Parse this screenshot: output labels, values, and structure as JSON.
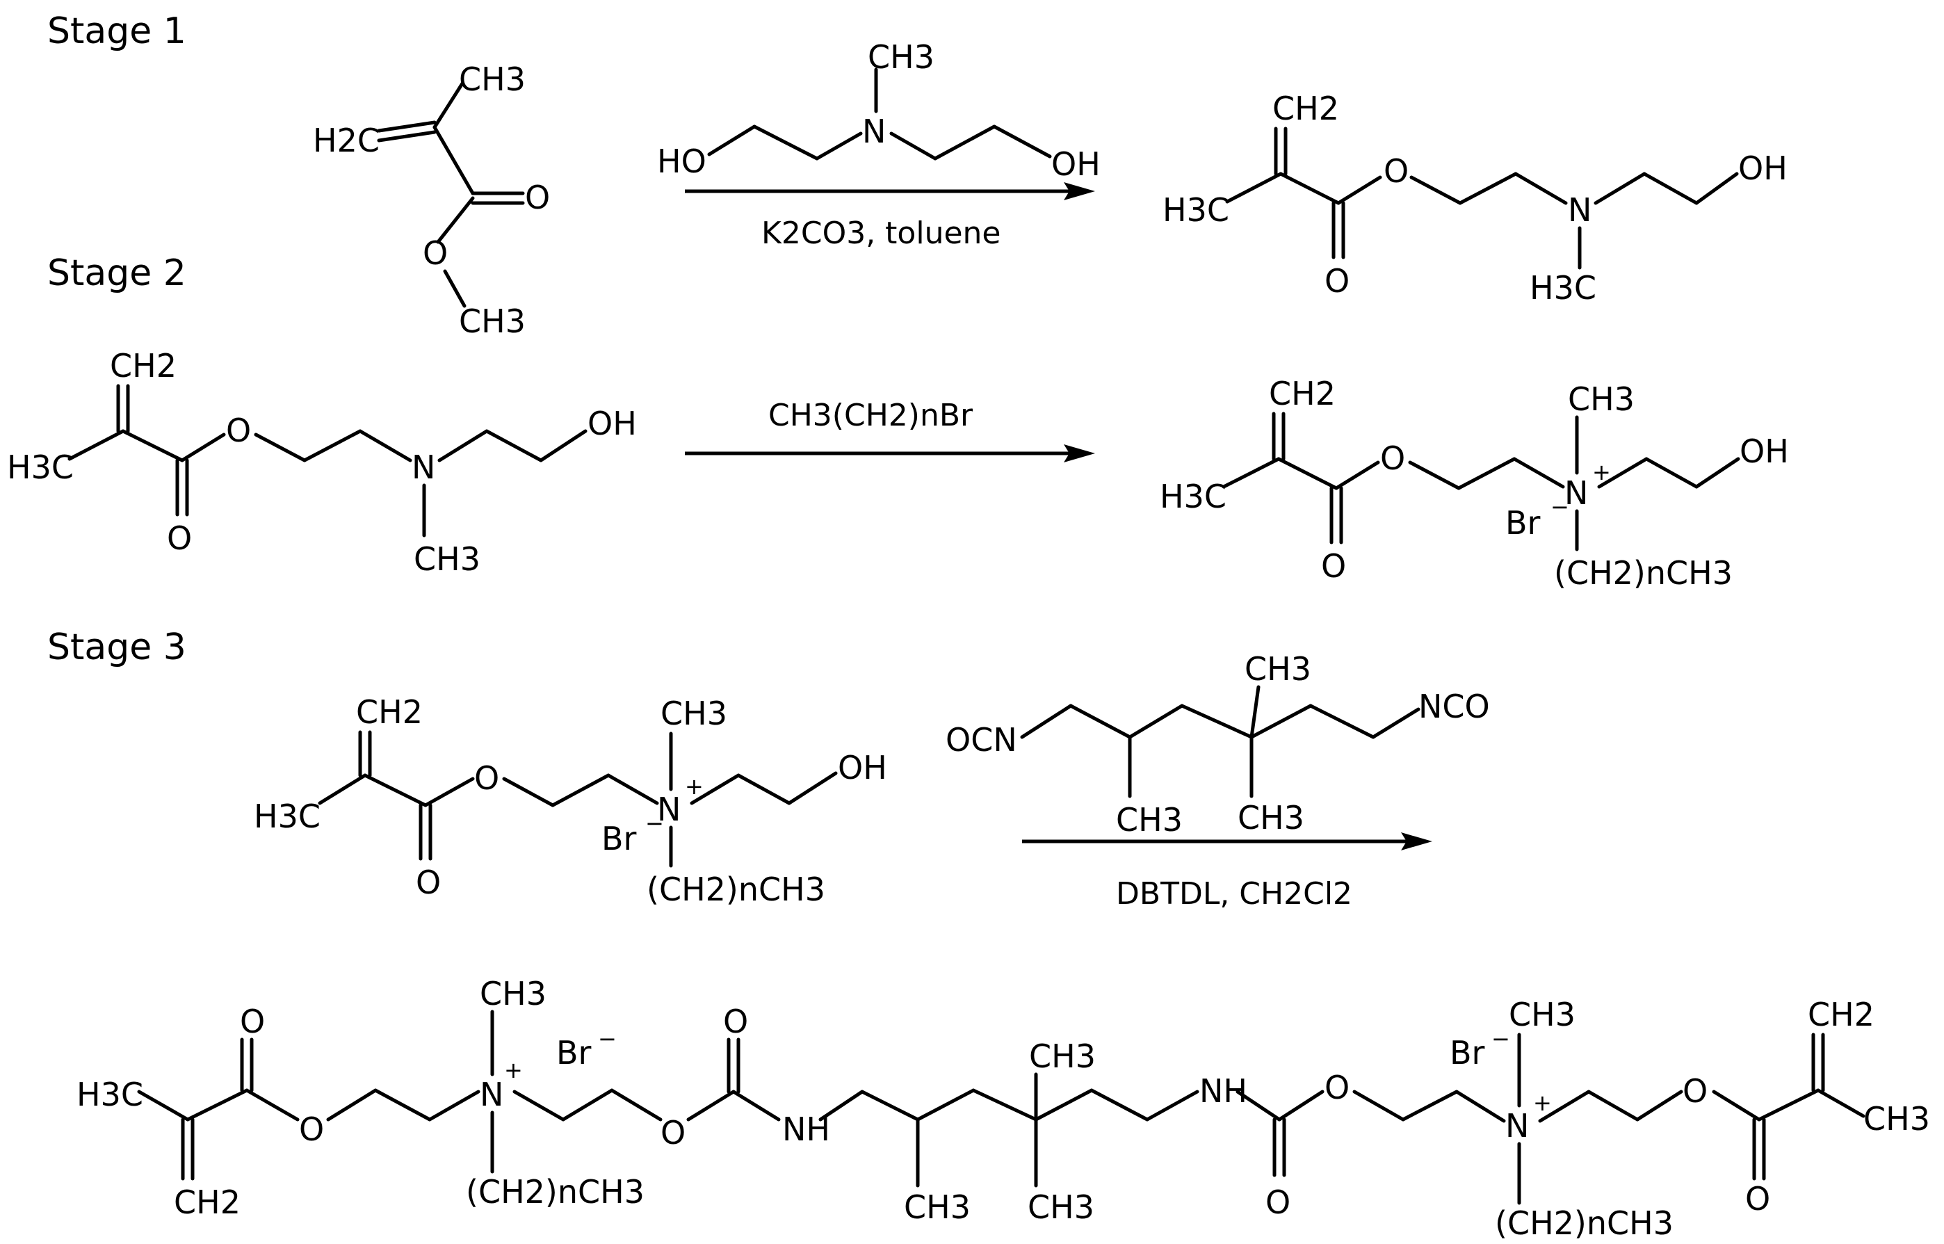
{
  "stages": [
    {
      "label": "Stage 1",
      "reagents_below": "K2CO3, toluene"
    },
    {
      "label": "Stage 2",
      "reagents_above": "CH3(CH2)nBr"
    },
    {
      "label": "Stage 3",
      "reagents_below": "DBTDL, CH2Cl2"
    }
  ],
  "atoms": {
    "CH3": "CH3",
    "CH2": "CH2",
    "H2C": "H2C",
    "H3C": "H3C",
    "O": "O",
    "OH": "OH",
    "HO": "HO",
    "N": "N",
    "NH": "NH",
    "Br": "Br",
    "OCN": "OCN",
    "NCO": "NCO",
    "chain": "(CH2)nCH3",
    "plus": "+",
    "minus": "−"
  }
}
